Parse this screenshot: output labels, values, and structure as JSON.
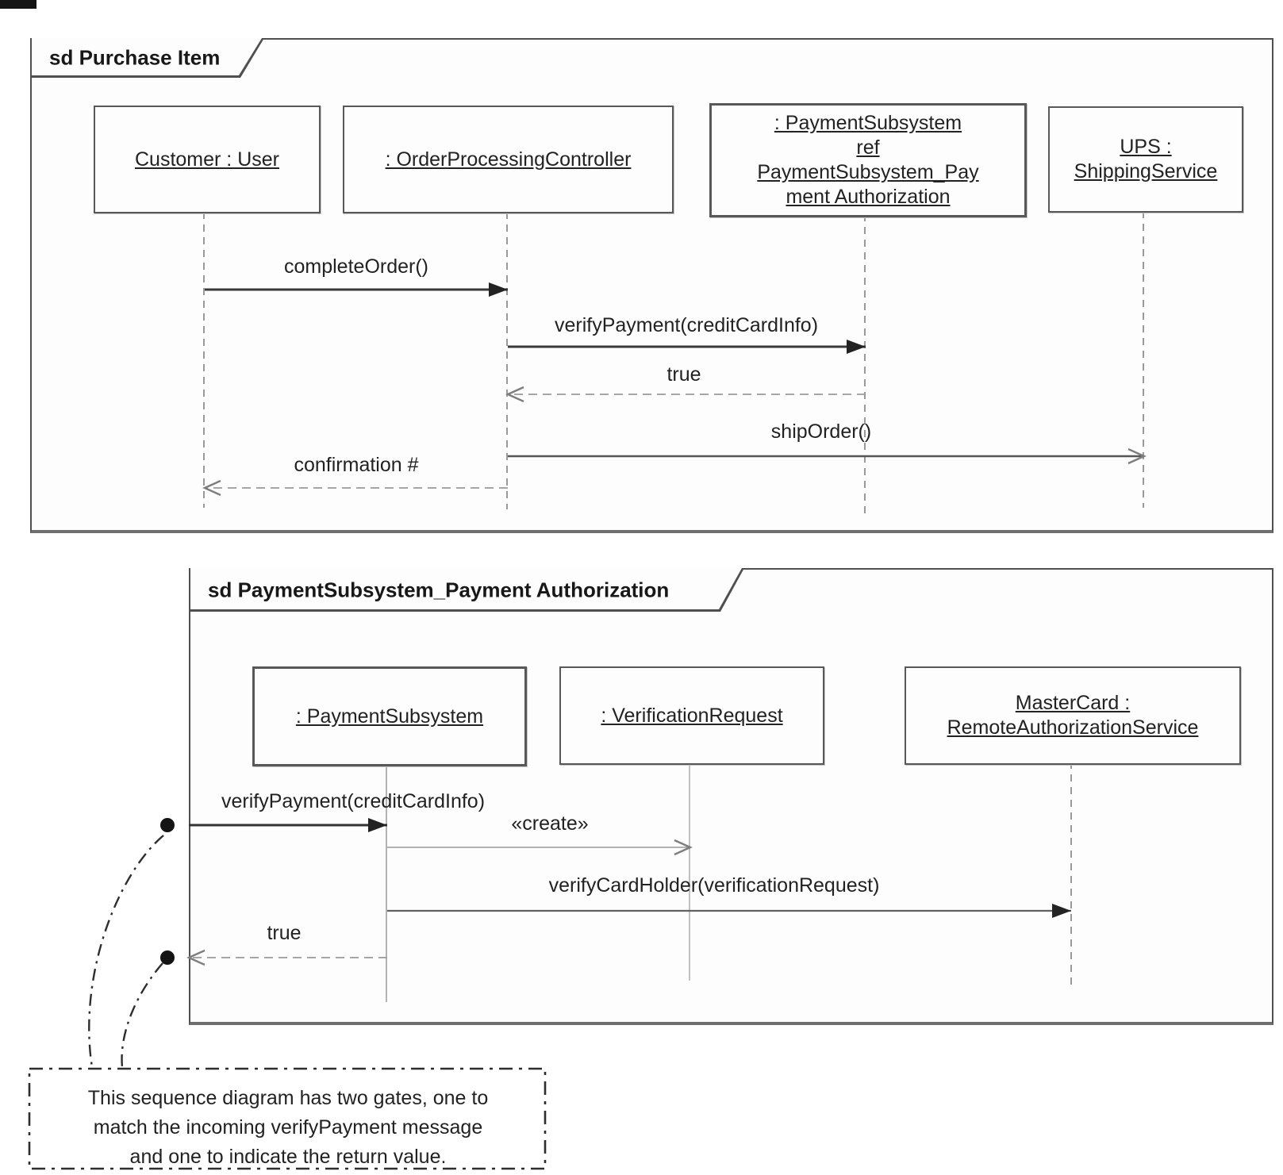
{
  "frames": [
    {
      "title": "sd Purchase Item",
      "lifelines": [
        {
          "name": "customer-user",
          "lines": [
            "Customer : User"
          ]
        },
        {
          "name": "order-processing-controller",
          "lines": [
            ": OrderProcessingController"
          ]
        },
        {
          "name": "payment-subsystem-ref",
          "lines": [
            ": PaymentSubsystem",
            "ref",
            "PaymentSubsystem_Pay",
            "ment Authorization"
          ]
        },
        {
          "name": "ups-shipping-service",
          "lines": [
            "UPS :",
            "ShippingService"
          ]
        }
      ],
      "messages": [
        {
          "label": "completeOrder()",
          "from": "Customer : User",
          "to": ": OrderProcessingController",
          "kind": "synchronous"
        },
        {
          "label": "verifyPayment(creditCardInfo)",
          "from": ": OrderProcessingController",
          "to": ": PaymentSubsystem",
          "kind": "synchronous"
        },
        {
          "label": "true",
          "from": ": PaymentSubsystem",
          "to": ": OrderProcessingController",
          "kind": "return"
        },
        {
          "label": "shipOrder()",
          "from": ": OrderProcessingController",
          "to": "UPS : ShippingService",
          "kind": "asynchronous"
        },
        {
          "label": "confirmation #",
          "from": ": OrderProcessingController",
          "to": "Customer : User",
          "kind": "return"
        }
      ]
    },
    {
      "title": "sd PaymentSubsystem_Payment Authorization",
      "lifelines": [
        {
          "name": "payment-subsystem",
          "lines": [
            ": PaymentSubsystem"
          ]
        },
        {
          "name": "verification-request",
          "lines": [
            ": VerificationRequest"
          ]
        },
        {
          "name": "mastercard-remote-authorization-service",
          "lines": [
            "MasterCard :",
            "RemoteAuthorizationService"
          ]
        }
      ],
      "messages": [
        {
          "label": "verifyPayment(creditCardInfo)",
          "from": "gate",
          "to": ": PaymentSubsystem",
          "kind": "synchronous"
        },
        {
          "label": "«create»",
          "from": ": PaymentSubsystem",
          "to": ": VerificationRequest",
          "kind": "create"
        },
        {
          "label": "verifyCardHolder(verificationRequest)",
          "from": ": PaymentSubsystem",
          "to": "MasterCard : RemoteAuthorizationService",
          "kind": "synchronous"
        },
        {
          "label": "true",
          "from": ": PaymentSubsystem",
          "to": "gate",
          "kind": "return"
        }
      ],
      "gates": [
        {
          "name": "incoming-verifyPayment-gate"
        },
        {
          "name": "return-value-gate"
        }
      ]
    }
  ],
  "note": {
    "lines": [
      "This sequence diagram has two gates, one to",
      "match the incoming verifyPayment message",
      "and one to indicate the return value."
    ]
  }
}
